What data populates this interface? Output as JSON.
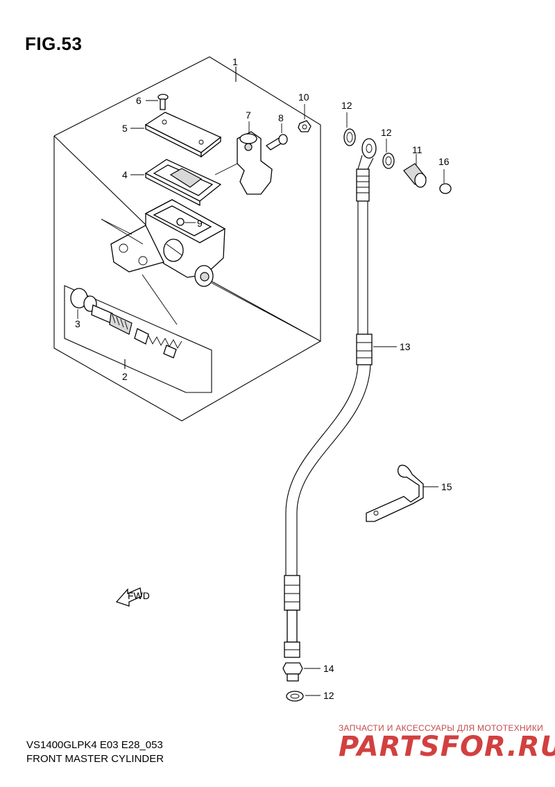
{
  "figure": {
    "title": "FIG.53",
    "model_code": "VS1400GLPK4 E03 E28_053",
    "name": "FRONT MASTER CYLINDER"
  },
  "callouts": [
    "1",
    "2",
    "3",
    "4",
    "5",
    "6",
    "7",
    "8",
    "9",
    "10",
    "11",
    "12",
    "12",
    "13",
    "14",
    "12",
    "15",
    "16"
  ],
  "watermark": {
    "subtitle": "ЗАПЧАСТИ И АКСЕССУАРЫ ДЛЯ МОТОТЕХНИКИ",
    "brand": "PARTSFOR.RU"
  },
  "fwd_label": "FWD",
  "colors": {
    "ink": "#000000",
    "watermark": "#d24040"
  }
}
